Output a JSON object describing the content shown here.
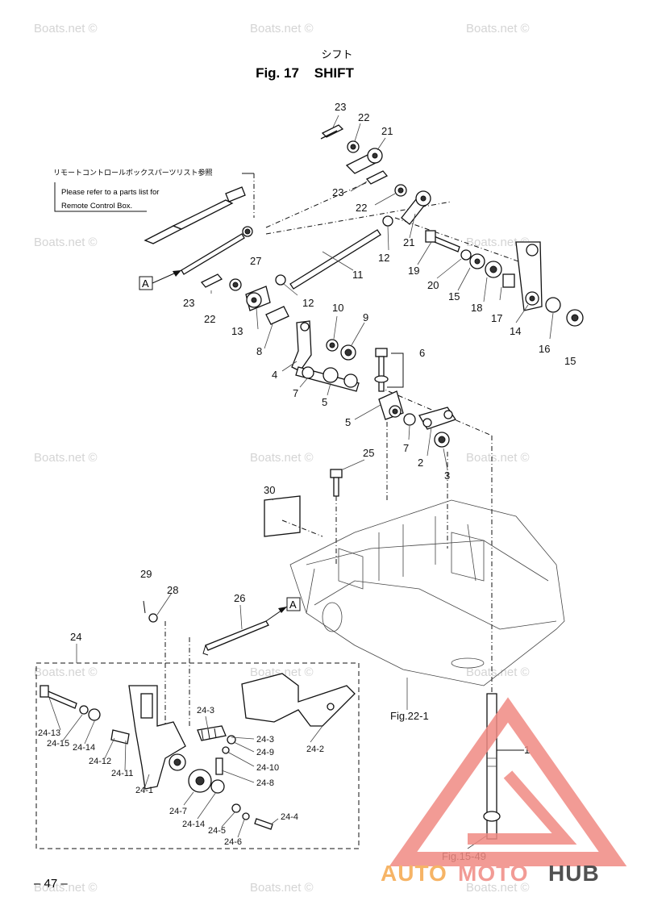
{
  "header": {
    "subtitle_jp": "シフト",
    "title": "Fig. 17    SHIFT"
  },
  "watermark": "Boats.net ©",
  "watermark_mid": "Boats.net ©",
  "note": {
    "jp": "リモートコントロールボックスパーツリスト参照",
    "line1": "Please refer to a parts list for",
    "line2": "Remote Control Box."
  },
  "section_markers": {
    "a1": "A",
    "a2": "A"
  },
  "callouts": {
    "p23a": "23",
    "p22a": "22",
    "p21a": "21",
    "p23b": "23",
    "p22b": "22",
    "p21b": "21",
    "p27": "27",
    "p12a": "12",
    "p11": "11",
    "p12b": "12",
    "p19": "19",
    "p20": "20",
    "p15a": "15",
    "p18": "18",
    "p17": "17",
    "p14": "14",
    "p16": "16",
    "p15b": "15",
    "p23c": "23",
    "p22c": "22",
    "p13": "13",
    "p8": "8",
    "p10": "10",
    "p9": "9",
    "p6": "6",
    "p4": "4",
    "p7a": "7",
    "p5a": "5",
    "p5b": "5",
    "p7b": "7",
    "p2": "2",
    "p3": "3",
    "p25": "25",
    "p30": "30",
    "p29": "29",
    "p28": "28",
    "p26": "26",
    "p24": "24",
    "p1": "1"
  },
  "sub_callouts": {
    "s24_13": "24-13",
    "s24_15": "24-15",
    "s24_14a": "24-14",
    "s24_12": "24-12",
    "s24_11": "24-11",
    "s24_1": "24-1",
    "s24_7": "24-7",
    "s24_14b": "24-14",
    "s24_5": "24-5",
    "s24_6": "24-6",
    "s24_4": "24-4",
    "s24_3a": "24-3",
    "s24_3b": "24-3",
    "s24_9": "24-9",
    "s24_10": "24-10",
    "s24_8": "24-8",
    "s24_2": "24-2"
  },
  "refs": {
    "fig22": "Fig.22-1",
    "fig15": "Fig.15-49"
  },
  "page_number": "– 47 –",
  "logo": {
    "auto": "AUTO",
    "moto": "MOTO",
    "hub": "HUB",
    "color_primary": "#f08a83",
    "color_secondary": "#f5a84c",
    "color_dark": "#333333"
  }
}
